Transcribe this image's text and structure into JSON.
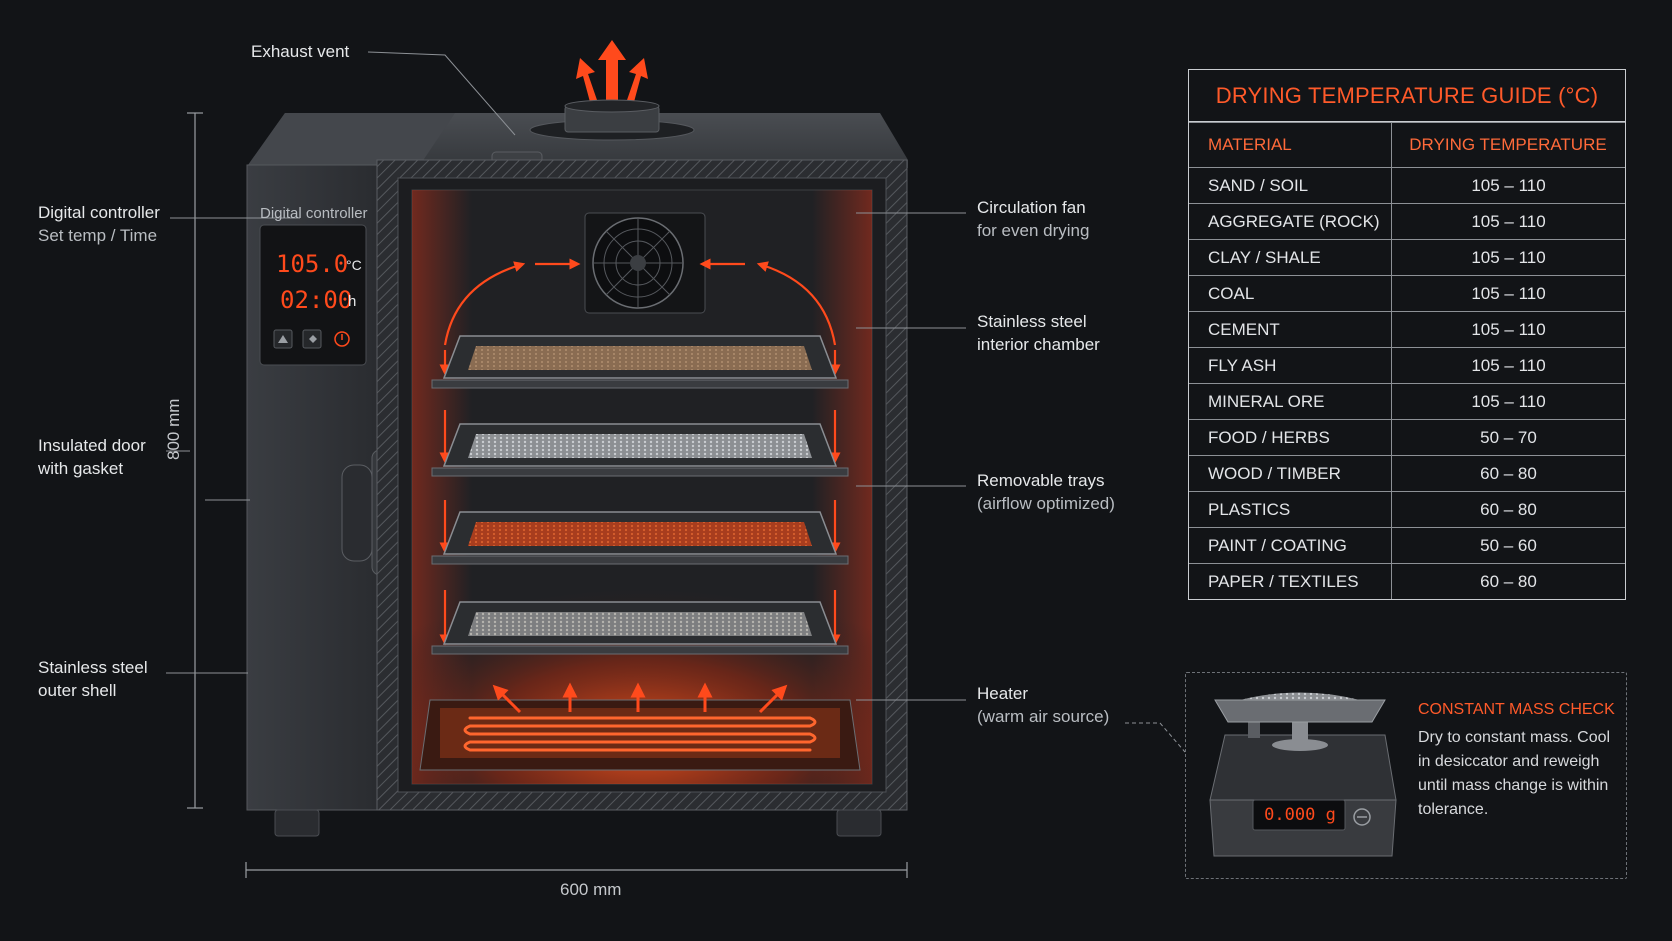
{
  "callouts": {
    "exhaust_vent": "Exhaust vent",
    "digital_controller": {
      "title": "Digital controller",
      "sub": "Set temp / Time"
    },
    "insulated_door": {
      "line1": "Insulated door",
      "line2": "with gasket"
    },
    "outer_shell": {
      "line1": "Stainless steel",
      "line2": "outer shell"
    },
    "circulation_fan": {
      "title": "Circulation fan",
      "sub": "for even drying"
    },
    "interior_chamber": {
      "line1": "Stainless steel",
      "line2": "interior chamber"
    },
    "removable_trays": {
      "title": "Removable trays",
      "sub": "(airflow optimized)"
    },
    "heater": {
      "title": "Heater",
      "sub": "(warm air source)"
    }
  },
  "controller_panel": {
    "label": "Digital controller",
    "temperature": "105.0",
    "temp_unit": "°C",
    "time": "02:00",
    "time_unit": "h"
  },
  "dimensions": {
    "width": "600 mm",
    "height": "800 mm"
  },
  "guide": {
    "title": "DRYING TEMPERATURE GUIDE (°C)",
    "headers": [
      "MATERIAL",
      "DRYING TEMPERATURE"
    ],
    "rows": [
      {
        "material": "SAND / SOIL",
        "temp": "105 – 110"
      },
      {
        "material": "AGGREGATE (ROCK)",
        "temp": "105 – 110"
      },
      {
        "material": "CLAY / SHALE",
        "temp": "105 – 110"
      },
      {
        "material": "COAL",
        "temp": "105 – 110"
      },
      {
        "material": "CEMENT",
        "temp": "105 – 110"
      },
      {
        "material": "FLY ASH",
        "temp": "105 – 110"
      },
      {
        "material": "MINERAL ORE",
        "temp": "105 – 110"
      },
      {
        "material": "FOOD / HERBS",
        "temp": "50 – 70"
      },
      {
        "material": "WOOD / TIMBER",
        "temp": "60 – 80"
      },
      {
        "material": "PLASTICS",
        "temp": "60 – 80"
      },
      {
        "material": "PAINT / COATING",
        "temp": "50 – 60"
      },
      {
        "material": "PAPER / TEXTILES",
        "temp": "60 – 80"
      }
    ]
  },
  "mass_check": {
    "title": "CONSTANT MASS CHECK",
    "text": "Dry to constant mass. Cool in desiccator and reweigh until mass change is within tolerance.",
    "scale_reading": "0.000 g"
  },
  "colors": {
    "accent": "#ff5a2a",
    "heat": "#ff4a1c",
    "background": "#121417"
  }
}
